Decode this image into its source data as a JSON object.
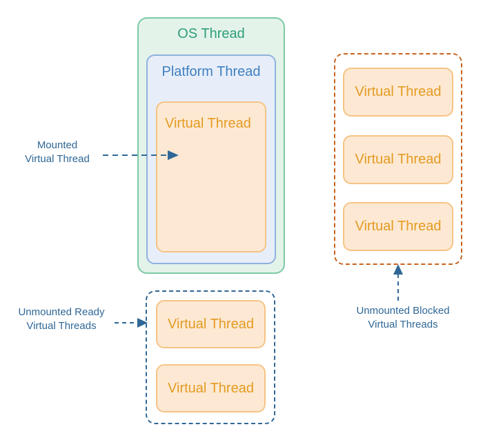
{
  "os_thread": {
    "title": "OS Thread"
  },
  "platform_thread": {
    "title": "Platform Thread"
  },
  "mounted_virtual_thread": {
    "label": "Virtual Thread"
  },
  "unmounted_ready": {
    "caption_line1": "Unmounted Ready",
    "caption_line2": "Virtual Threads",
    "threads": [
      "Virtual Thread",
      "Virtual Thread"
    ]
  },
  "unmounted_blocked": {
    "caption_line1": "Unmounted Blocked",
    "caption_line2": "Virtual Threads",
    "threads": [
      "Virtual Thread",
      "Virtual Thread",
      "Virtual Thread"
    ]
  },
  "mounted_caption": {
    "line1": "Mounted",
    "line2": "Virtual Thread"
  },
  "colors": {
    "os_fill": "#e3f3ea",
    "os_border": "#7dc9a6",
    "platform_fill": "#e7eef9",
    "platform_border": "#8fb1dc",
    "virtual_fill": "#fde9d3",
    "virtual_border": "#f6c384",
    "virtual_text": "#e49a21",
    "blue_dash": "#2f6796",
    "orange_dash": "#c8621d"
  }
}
